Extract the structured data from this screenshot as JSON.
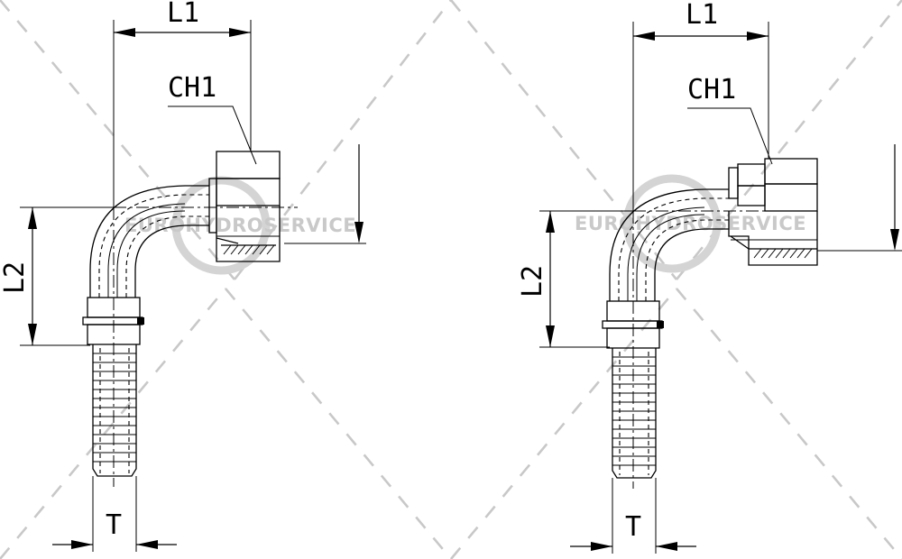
{
  "watermark": {
    "text": "EUROHYDROSERVICE",
    "color": "#c9c9c9"
  },
  "drawings": [
    {
      "variant": "left-fitting",
      "labels": {
        "l1": "L1",
        "ch1": "CH1",
        "l2": "L2",
        "t": "T"
      }
    },
    {
      "variant": "right-fitting",
      "labels": {
        "l1": "L1",
        "ch1": "CH1",
        "l2": "L2",
        "t": "T"
      }
    }
  ],
  "colors": {
    "line": "#000000",
    "background": "#ffffff"
  }
}
